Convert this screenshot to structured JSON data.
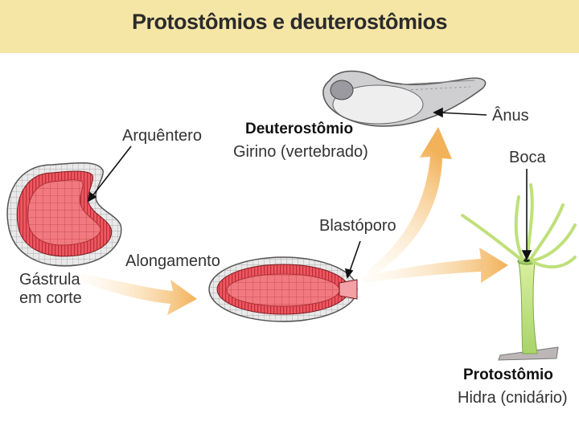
{
  "title": "Protostômios e deuterostômios",
  "labels": {
    "arquentero": "Arquêntero",
    "deuterostomio": "Deuterostômio",
    "girino": "Girino (vertebrado)",
    "anus": "Ânus",
    "boca": "Boca",
    "blastoporo": "Blastóporo",
    "alongamento": "Alongamento",
    "gastrula_line1": "Gástrula",
    "gastrula_line2": "em corte",
    "protostomio": "Protostômio",
    "hidra": "Hidra (cnidário)"
  },
  "colors": {
    "header_bg": "#f6e6a6",
    "tissue_red": "#e8505a",
    "tissue_light": "#f4a3a3",
    "arrow_orange": "#f2b25a",
    "hydra_green": "#bfe07a"
  }
}
